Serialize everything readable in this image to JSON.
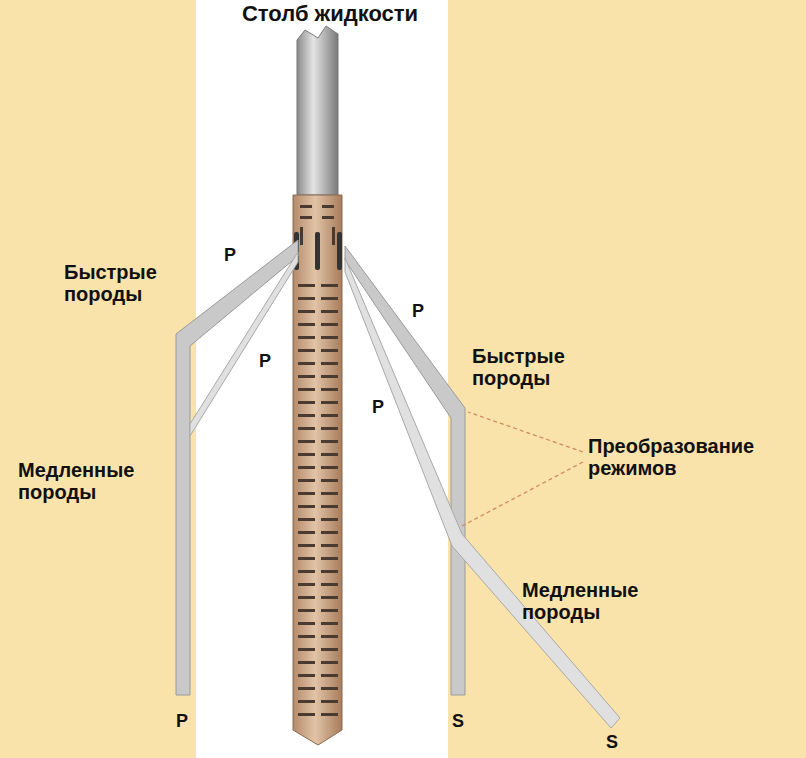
{
  "diagram": {
    "title": "Столб жидкости",
    "labels": [
      "P",
      "Быстрые породы",
      "P",
      "P",
      "Быстрые породы",
      "P",
      "Преобразование режимов",
      "Медленные породы",
      "Медленные породы",
      "P",
      "S",
      "S"
    ]
  }
}
